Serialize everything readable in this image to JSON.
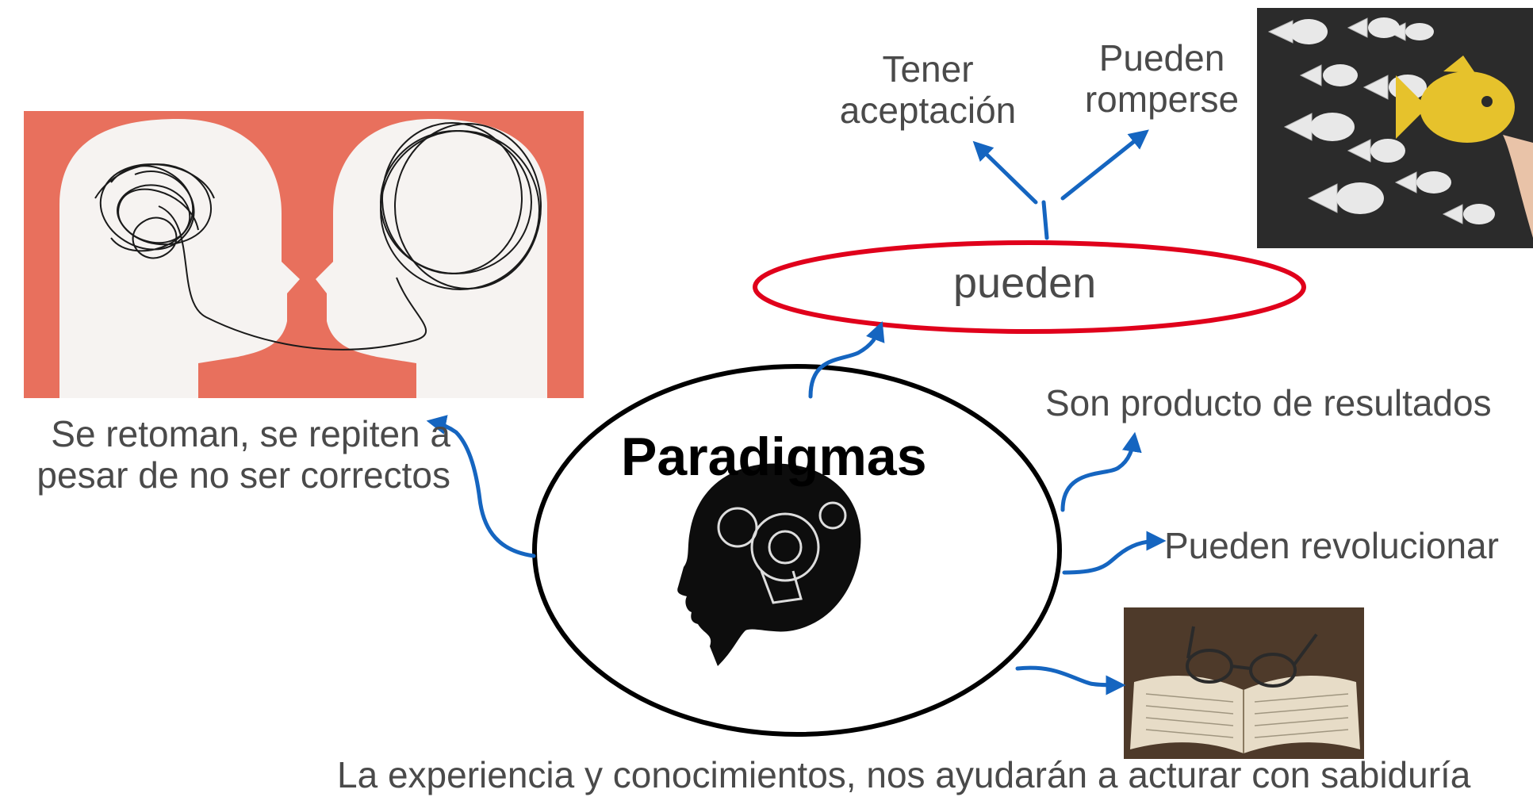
{
  "diagram": {
    "center_title": "Paradigmas",
    "oval_label": "pueden",
    "branches": {
      "top_left": "Tener aceptación",
      "top_right": "Pueden romperse",
      "right_1": "Son producto de resultados",
      "right_2": "Pueden revolucionar",
      "left": "Se retoman, se repiten a pesar de no ser correctos",
      "bottom": "La experiencia y conocimientos, nos ayudarán a acturar con sabiduría"
    }
  },
  "colors": {
    "arrow": "#1565c0",
    "oval_outline": "#e0001b",
    "ellipse_outline": "#000000",
    "text": "#4a4a4a",
    "heads_bg": "#e8705d"
  },
  "images": {
    "heads": "two-heads-tangled-thoughts",
    "fish": "fish-swimming-opposite-direction",
    "book": "open-book-with-glasses",
    "brain": "head-silhouette-with-gears"
  }
}
